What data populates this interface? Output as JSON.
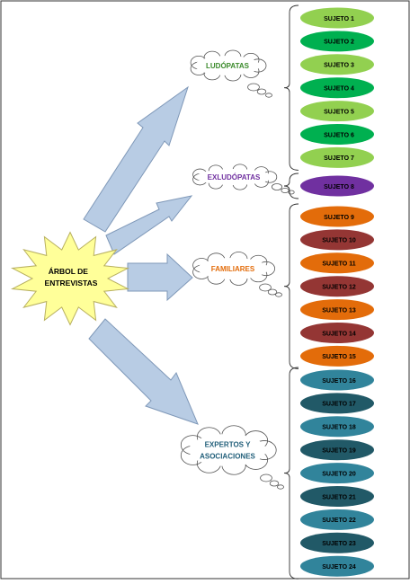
{
  "root": {
    "lines": [
      "ÁRBOL DE",
      "ENTREVISTAS"
    ]
  },
  "groups": [
    {
      "lines": [
        "LUDÓPATAS"
      ],
      "color": "#3a8a2a",
      "subjects": [
        {
          "label": "SUJETO 1",
          "color": "#92d050"
        },
        {
          "label": "SUJETO 2",
          "color": "#00b050"
        },
        {
          "label": "SUJETO 3",
          "color": "#92d050"
        },
        {
          "label": "SUJETO 4",
          "color": "#00b050"
        },
        {
          "label": "SUJETO 5",
          "color": "#92d050"
        },
        {
          "label": "SUJETO 6",
          "color": "#00b050"
        },
        {
          "label": "SUJETO 7",
          "color": "#92d050"
        }
      ]
    },
    {
      "lines": [
        "EXLUDÓPATAS"
      ],
      "color": "#7030a0",
      "subjects": [
        {
          "label": "SUJETO 8",
          "color": "#7030a0"
        }
      ]
    },
    {
      "lines": [
        "FAMILIARES"
      ],
      "color": "#e36c0a",
      "subjects": [
        {
          "label": "SUJETO 9",
          "color": "#e36c0a"
        },
        {
          "label": "SUJETO 10",
          "color": "#943634"
        },
        {
          "label": "SUJETO 11",
          "color": "#e36c0a"
        },
        {
          "label": "SUJETO 12",
          "color": "#943634"
        },
        {
          "label": "SUJETO 13",
          "color": "#e36c0a"
        },
        {
          "label": "SUJETO 14",
          "color": "#943634"
        },
        {
          "label": "SUJETO 15",
          "color": "#e36c0a"
        }
      ]
    },
    {
      "lines": [
        "EXPERTOS Y",
        "ASOCIACIONES"
      ],
      "color": "#215f7a",
      "subjects": [
        {
          "label": "SUJETO 16",
          "color": "#31849b"
        },
        {
          "label": "SUJETO 17",
          "color": "#215967"
        },
        {
          "label": "SUJETO 18",
          "color": "#31849b"
        },
        {
          "label": "SUJETO 19",
          "color": "#215967"
        },
        {
          "label": "SUJETO 20",
          "color": "#31849b"
        },
        {
          "label": "SUJETO 21",
          "color": "#215967"
        },
        {
          "label": "SUJETO 22",
          "color": "#31849b"
        },
        {
          "label": "SUJETO 23",
          "color": "#215967"
        },
        {
          "label": "SUJETO 24",
          "color": "#31849b"
        }
      ]
    }
  ],
  "colors": {
    "arrow_fill": "#b8cce4",
    "arrow_stroke": "#7f98b8",
    "star_fill": "#ffff99",
    "star_stroke": "#b8b060"
  }
}
